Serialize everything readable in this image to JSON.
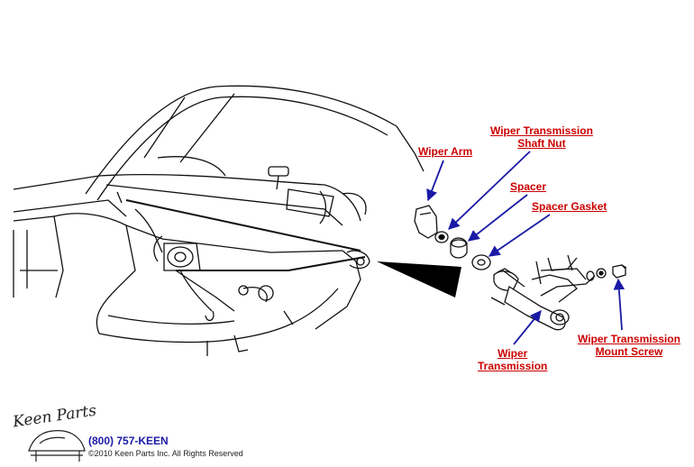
{
  "labels": {
    "wiper_arm": "Wiper Arm",
    "shaft_nut_line1": "Wiper Transmission",
    "shaft_nut_line2": "Shaft Nut",
    "spacer": "Spacer",
    "spacer_gasket": "Spacer Gasket",
    "transmission_line1": "Wiper",
    "transmission_line2": "Transmission",
    "mount_screw_line1": "Wiper Transmission",
    "mount_screw_line2": "Mount Screw"
  },
  "footer": {
    "logo": "Keen Parts",
    "phone": "(800) 757-KEEN",
    "copyright": "©2010 Keen Parts Inc. All Rights Reserved"
  },
  "colors": {
    "label": "#cc0000",
    "arrow": "#1a1aa6",
    "line": "#111111"
  }
}
